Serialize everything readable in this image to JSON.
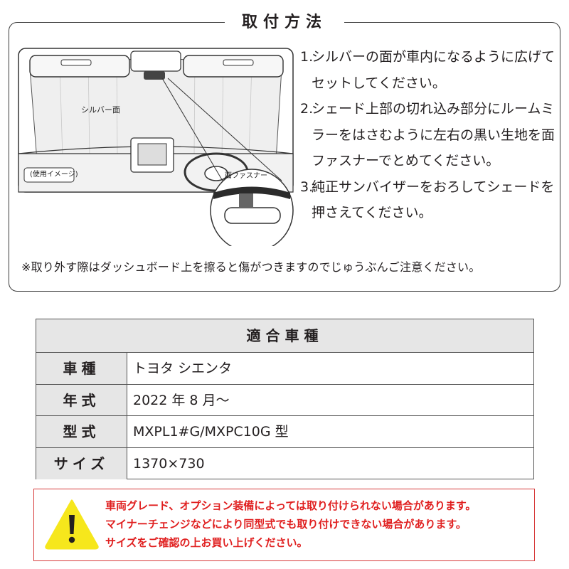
{
  "install": {
    "title": "取付方法",
    "illustration": {
      "silver_label": "シルバー面",
      "image_label": "(使用イメージ)",
      "fastener_label": "面ファスナー"
    },
    "steps": [
      {
        "num": "1.",
        "text": "シルバーの面が車内になるように広げてセットしてください。"
      },
      {
        "num": "2.",
        "text": "シェード上部の切れ込み部分にルームミラーをはさむように左右の黒い生地を面ファスナーでとめてください。"
      },
      {
        "num": "3.",
        "text": "純正サンバイザーをおろしてシェードを押さえてください。"
      }
    ],
    "note": "※取り外す際はダッシュボード上を擦ると傷がつきますのでじゅうぶんご注意ください。"
  },
  "compat": {
    "title": "適合車種",
    "rows": [
      {
        "label": "車種",
        "value": "トヨタ シエンタ"
      },
      {
        "label": "年式",
        "value": "2022 年 8 月〜"
      },
      {
        "label": "型式",
        "value": "MXPL1#G/MXPC10G 型"
      },
      {
        "label": "サイズ",
        "value": "1370×730"
      }
    ]
  },
  "warning": {
    "icon": "exclamation-triangle-icon",
    "color": "#e02020",
    "icon_color": "#f6e71c",
    "lines": [
      "車両グレード、オプション装備によっては取り付けられない場合があります。",
      "マイナーチェンジなどにより同型式でも取り付けできない場合があります。",
      "サイズをご確認の上お買い上げください。"
    ]
  }
}
